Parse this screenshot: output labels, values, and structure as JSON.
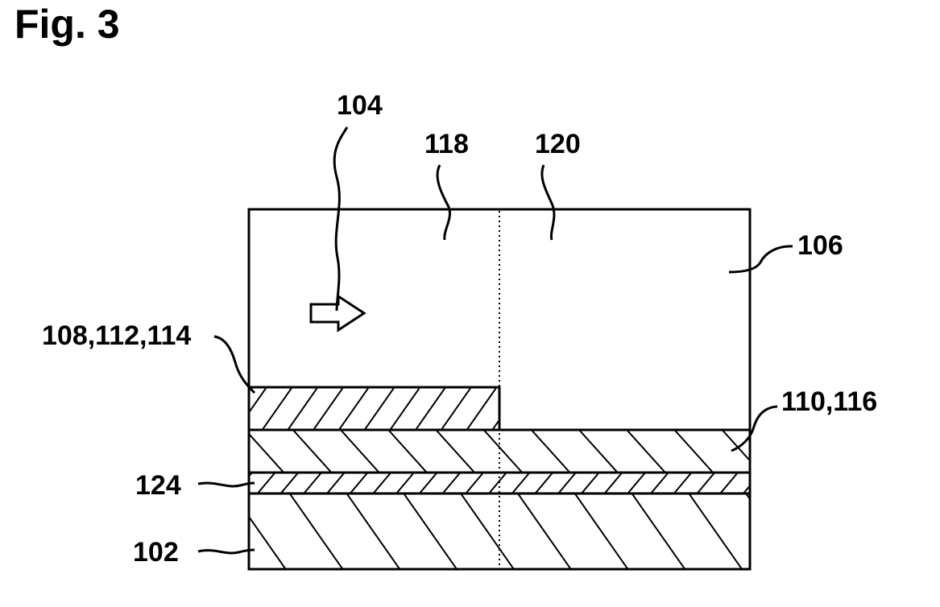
{
  "figure": {
    "title": "Fig. 3"
  },
  "labels": {
    "ref_104": "104",
    "ref_118": "118",
    "ref_120": "120",
    "ref_106": "106",
    "ref_108_112_114": "108,112,114",
    "ref_110_116": "110,116",
    "ref_124": "124",
    "ref_102": "102"
  },
  "colors": {
    "ink": "#000000",
    "background": "#ffffff"
  }
}
